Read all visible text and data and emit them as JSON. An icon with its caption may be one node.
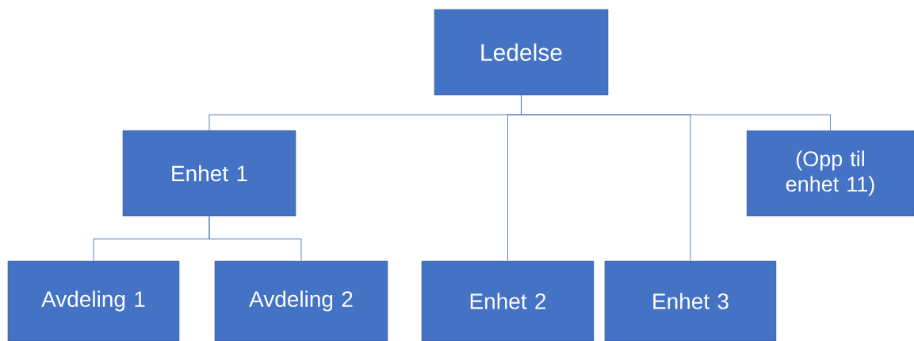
{
  "diagram": {
    "nodes": [
      {
        "text": [
          "Ledelse"
        ]
      },
      {
        "text": [
          "Enhet 1"
        ]
      },
      {
        "text": [
          "(Opp til enhet 11)"
        ]
      },
      {
        "text": [
          "Avdeling 1"
        ]
      },
      {
        "text": [
          "Avdeling 2"
        ]
      },
      {
        "text": [
          "Enhet 2"
        ]
      },
      {
        "text": [
          "Enhet 3"
        ]
      }
    ],
    "edges": [
      {
        "from": 0,
        "to": 1,
        "arrow": "none"
      },
      {
        "from": 0,
        "to": 5,
        "arrow": "none"
      },
      {
        "from": 0,
        "to": 6,
        "arrow": "none"
      },
      {
        "from": 0,
        "to": 2,
        "arrow": "none"
      },
      {
        "from": 1,
        "to": 3,
        "arrow": "none"
      },
      {
        "from": 1,
        "to": 4,
        "arrow": "none"
      }
    ]
  }
}
